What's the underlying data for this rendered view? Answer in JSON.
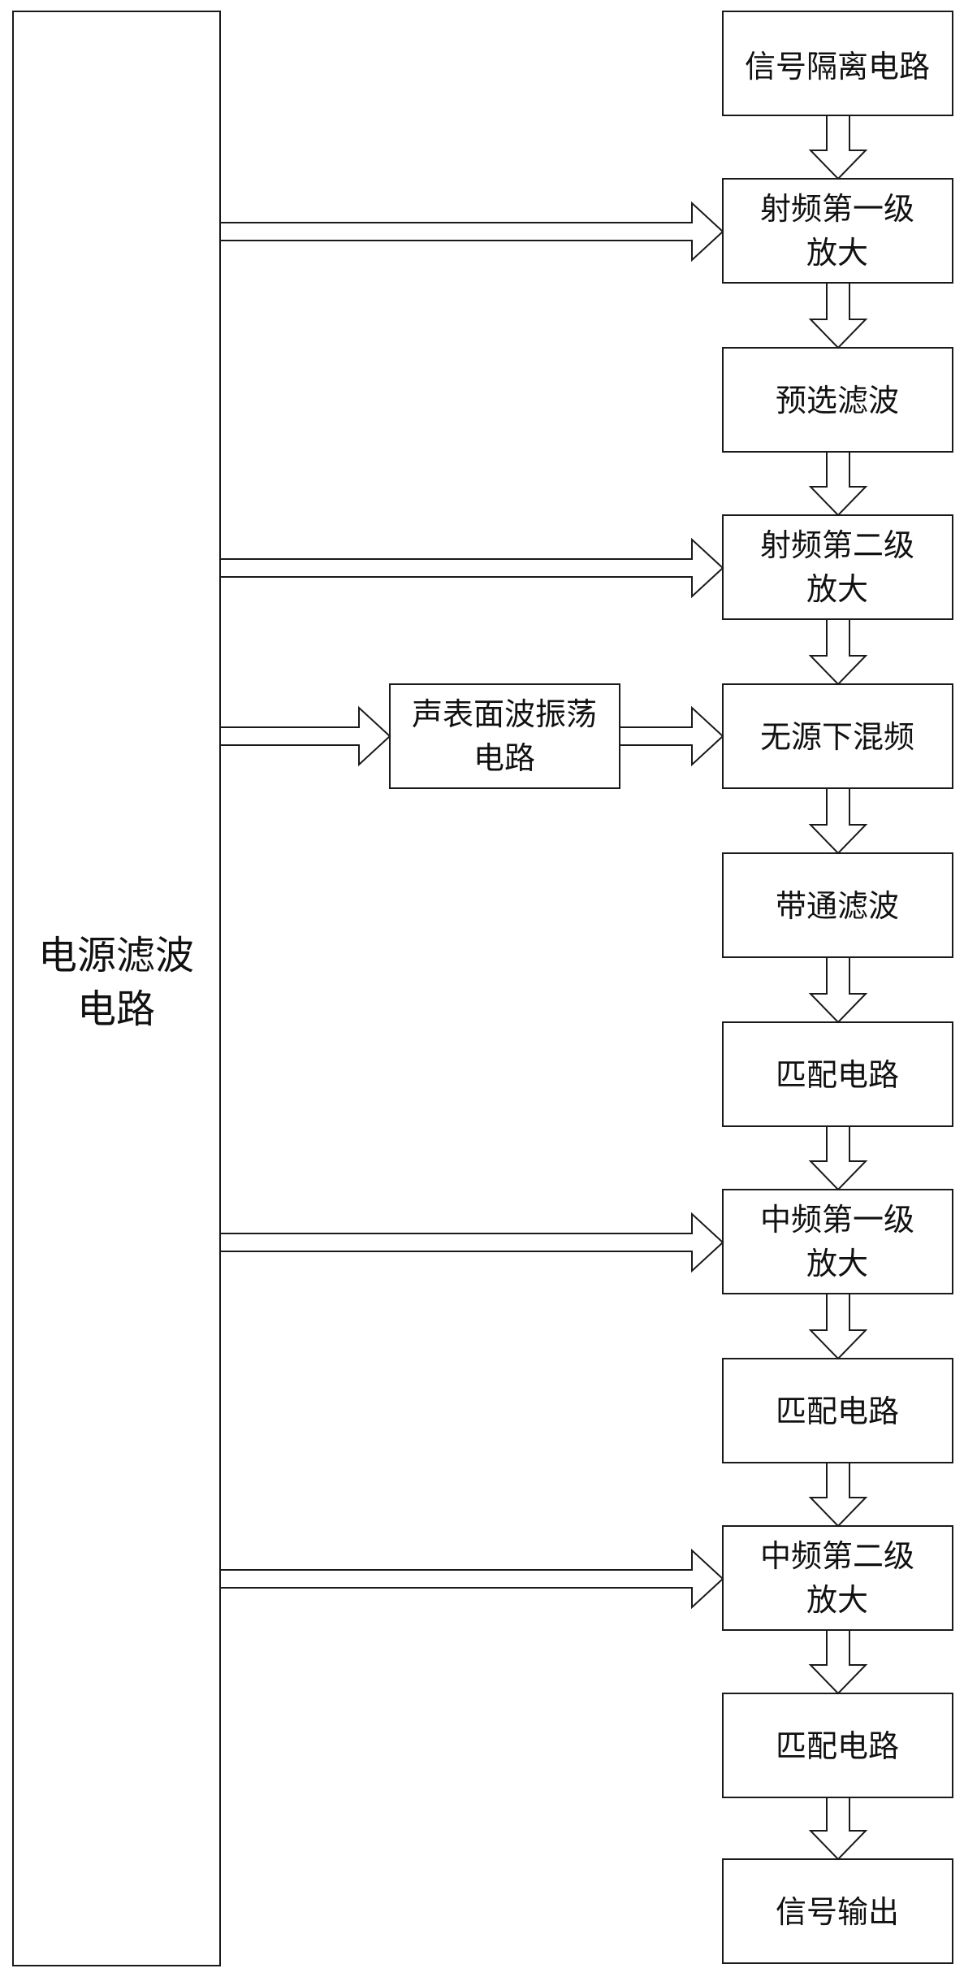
{
  "diagram": {
    "power_block": {
      "line1": "电源滤波",
      "line2": "电路"
    },
    "saw_oscillator": {
      "line1": "声表面波振荡",
      "line2": "电路"
    },
    "chain": [
      {
        "id": "signal-isolation",
        "lines": [
          "信号隔离电路"
        ]
      },
      {
        "id": "rf-amp-stage1",
        "lines": [
          "射频第一级",
          "放大"
        ]
      },
      {
        "id": "preselect-filter",
        "lines": [
          "预选滤波"
        ]
      },
      {
        "id": "rf-amp-stage2",
        "lines": [
          "射频第二级",
          "放大"
        ]
      },
      {
        "id": "passive-mixer",
        "lines": [
          "无源下混频"
        ]
      },
      {
        "id": "bandpass-filter",
        "lines": [
          "带通滤波"
        ]
      },
      {
        "id": "matching-circuit-1",
        "lines": [
          "匹配电路"
        ]
      },
      {
        "id": "if-amp-stage1",
        "lines": [
          "中频第一级",
          "放大"
        ]
      },
      {
        "id": "matching-circuit-2",
        "lines": [
          "匹配电路"
        ]
      },
      {
        "id": "if-amp-stage2",
        "lines": [
          "中频第二级",
          "放大"
        ]
      },
      {
        "id": "matching-circuit-3",
        "lines": [
          "匹配电路"
        ]
      },
      {
        "id": "signal-output",
        "lines": [
          "信号输出"
        ]
      }
    ]
  }
}
